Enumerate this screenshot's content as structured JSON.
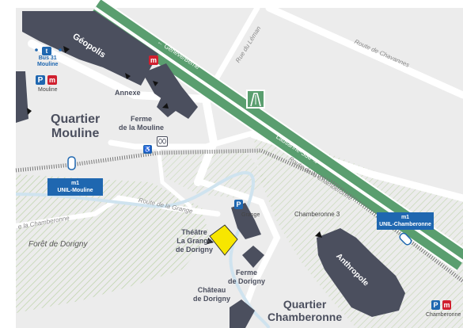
{
  "map": {
    "buildings": {
      "geopolis": "Géopolis",
      "annexe": "Annexe",
      "ferme_mouline": "Ferme\nde la Mouline",
      "theatre": "Théâtre\nLa Grange\nde Dorigny",
      "ferme_dorigny": "Ferme\nde Dorigny",
      "chateau": "Château\nde Dorigny",
      "anthropole": "Anthropole",
      "grange": "Grange",
      "chamberonne3": "Chamberonne 3"
    },
    "quarters": {
      "mouline": "Quartier\nMouline",
      "chamberonne": "Quartier\nChamberonne"
    },
    "areas": {
      "foret": "Forêt de Dorigny"
    },
    "roads": {
      "geneve_berne": "← Genève/Berne",
      "lausanne_sud": "Lausanne-Sud →",
      "rue_leman": "Rue du Léman",
      "route_chavannes": "Route de Chavannes",
      "route_grange": "Route de la Grange",
      "route_chamberonne_left": "e la Chamberonne",
      "route_chamberonne_right": "Route de la Chamberonne"
    },
    "transit": {
      "bus_label": "Bus 31\nMouline",
      "mouline_small": "Mouline",
      "chamberonne_small": "Chamberonne",
      "metro_mouline": "m1\nUNIL-Mouline",
      "metro_chamberonne": "m1\nUNIL-Chamberonne"
    },
    "symbols": {
      "parking": "P",
      "metro": "m",
      "bus": "t"
    },
    "colors": {
      "background": "#ececec",
      "building": "#4b4f5e",
      "highway": "#5a9e6f",
      "metro_blue": "#1f67b0",
      "metro_red": "#d0202f",
      "highlight": "#f7e600",
      "river": "#cfe3ef",
      "forest_hatch": "#b7d0a0"
    }
  }
}
